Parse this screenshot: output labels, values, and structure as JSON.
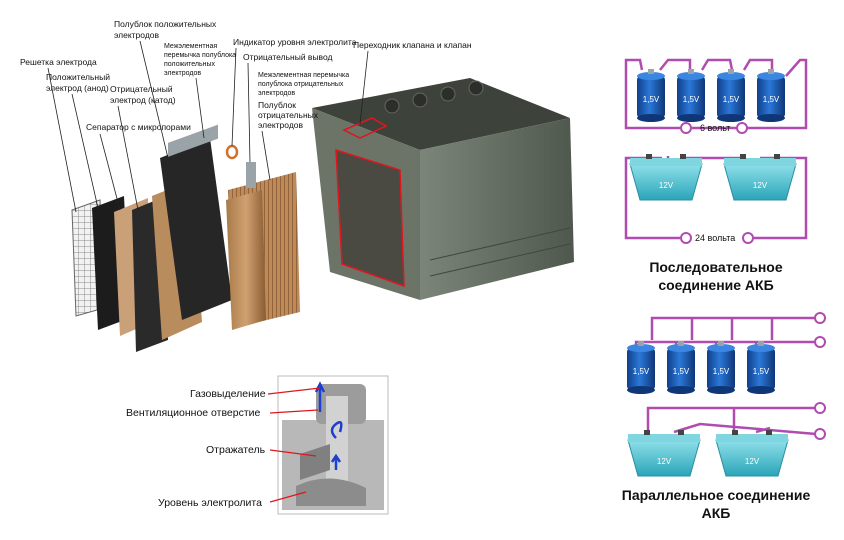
{
  "battery_labels": {
    "grid": "Решетка электрода",
    "positive_electrode_1": "Положительный",
    "positive_electrode_2": "электрод (анод)",
    "negative_electrode_1": "Отрицательный",
    "negative_electrode_2": "электрод (катод)",
    "separator": "Сепаратор с микропорами",
    "pos_halfblock_1": "Полублок положительных",
    "pos_halfblock_2": "электродов",
    "pos_jumper_1": "Межэлементная",
    "pos_jumper_2": "перемычка полублока",
    "pos_jumper_3": "положительных",
    "pos_jumper_4": "электродов",
    "level_indicator": "Индикатор уровня электролита",
    "negative_terminal": "Отрицательный вывод",
    "neg_jumper_1": "Межэлементная перемычка",
    "neg_jumper_2": "полублока отрицательных",
    "neg_jumper_3": "электродов",
    "neg_halfblock_1": "Полублок",
    "neg_halfblock_2": "отрицательных",
    "neg_halfblock_3": "электродов",
    "valve_adapter": "Переходник клапана и клапан"
  },
  "valve_labels": {
    "gassing": "Газовыделение",
    "vent_hole": "Вентиляционное отверстие",
    "reflector": "Отражатель",
    "electrolyte_level": "Уровень электролита"
  },
  "series": {
    "cells": [
      "1,5V",
      "1,5V",
      "1,5V",
      "1,5V"
    ],
    "cells_total": "6 вольт",
    "batteries": [
      "12V",
      "12V"
    ],
    "batteries_total": "24 вольта",
    "caption_1": "Последовательное",
    "caption_2": "соединение АКБ"
  },
  "parallel": {
    "cells": [
      "1,5V",
      "1,5V",
      "1,5V",
      "1,5V"
    ],
    "batteries": [
      "12V",
      "12V"
    ],
    "caption_1": "Параллельное соединение",
    "caption_2": "АКБ"
  },
  "colors": {
    "wire": "#b04cb0",
    "cell_blue": "#1d5fc0",
    "battery_cyan": "#3fb8c8",
    "case_gray": "#5a6358",
    "red_accent": "#e0161e"
  }
}
